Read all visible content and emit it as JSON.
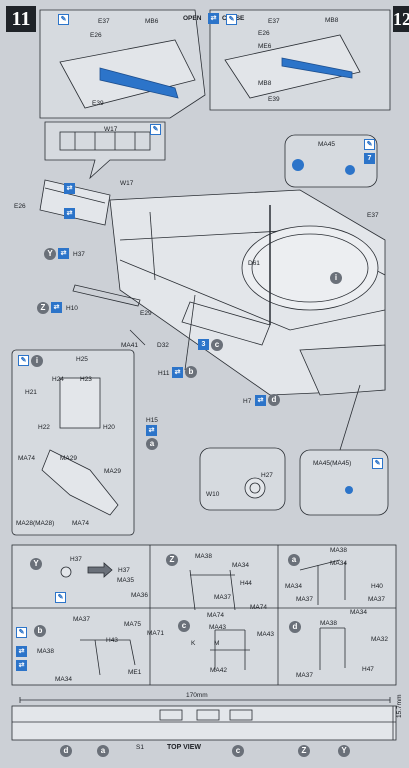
{
  "step": {
    "number": "11",
    "next_number": "12"
  },
  "labels": {
    "open_close": {
      "open": "OPEN",
      "close": "CLOSE"
    },
    "top_left_inset": [
      "E37",
      "MB6",
      "E26",
      "E39"
    ],
    "top_right_inset": [
      "E37",
      "MB8",
      "E26",
      "ME6",
      "MB8",
      "E39"
    ],
    "w17_inset": "W17",
    "main": {
      "W17": "W17",
      "E26": "E26",
      "E37": "E37",
      "H37": "H37",
      "D61": "D61",
      "H10": "H10",
      "E29": "E29",
      "MA41": "MA41",
      "D32": "D32",
      "H11": "H11",
      "H7": "H7",
      "H15": "H15",
      "MA45": "MA45"
    },
    "left_inset": [
      "H25",
      "H21",
      "H24",
      "H23",
      "H22",
      "H20",
      "MA74",
      "MA29",
      "MA29",
      "MA28(MA28)",
      "MA74"
    ],
    "wheel_inset": [
      "W10",
      "H27"
    ],
    "ma45_inset": "MA45(MA45)",
    "sub_Y": [
      "H37",
      "H37",
      "MA35",
      "MA36"
    ],
    "sub_Z": [
      "MA38",
      "MA34",
      "H44",
      "MA37"
    ],
    "sub_a": [
      "MA38",
      "MA34",
      "MA34",
      "H40",
      "MA37",
      "MA37"
    ],
    "sub_b": [
      "MA37",
      "MA75",
      "H43",
      "MA71",
      "MA38",
      "ME1",
      "MA34"
    ],
    "sub_c": [
      "MA74",
      "MA74",
      "MA43",
      "MA43",
      "K",
      "M",
      "MA42"
    ],
    "sub_d": [
      "MA34",
      "MA38",
      "MA32",
      "H47",
      "MA37"
    ],
    "dimension": "170mm",
    "side_dim": "15.7mm",
    "top_view": "TOP VIEW",
    "bottom_S1": "S1"
  },
  "callouts": {
    "Y": "Y",
    "Z": "Z",
    "a": "a",
    "b": "b",
    "c": "c",
    "d": "d",
    "i": "i"
  },
  "colors": {
    "accent": "#2c74c9",
    "ink": "#1f2328",
    "paper": "#ccd0d6",
    "callout": "#6a7079"
  }
}
